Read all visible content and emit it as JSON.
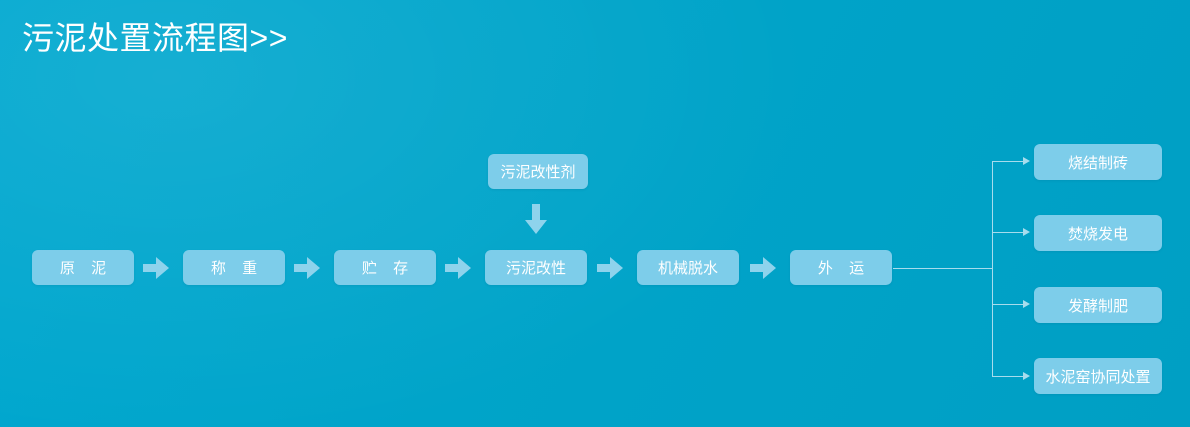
{
  "title": "污泥处置流程图>>",
  "theme": {
    "background": "#00a6cc",
    "node_fill": "#7dcdea",
    "node_text": "#ffffff",
    "block_arrow": "#8ed3ec",
    "line": "#a7dced"
  },
  "flow": {
    "main_chain": [
      {
        "label": "原 泥"
      },
      {
        "label": "称 重"
      },
      {
        "label": "贮 存"
      },
      {
        "label": "污泥改性"
      },
      {
        "label": "机械脱水"
      },
      {
        "label": "外 运"
      }
    ],
    "input_node": {
      "label": "污泥改性剂"
    },
    "outputs": [
      {
        "label": "烧结制砖"
      },
      {
        "label": "焚烧发电"
      },
      {
        "label": "发酵制肥"
      },
      {
        "label": "水泥窑协同处置"
      }
    ]
  }
}
